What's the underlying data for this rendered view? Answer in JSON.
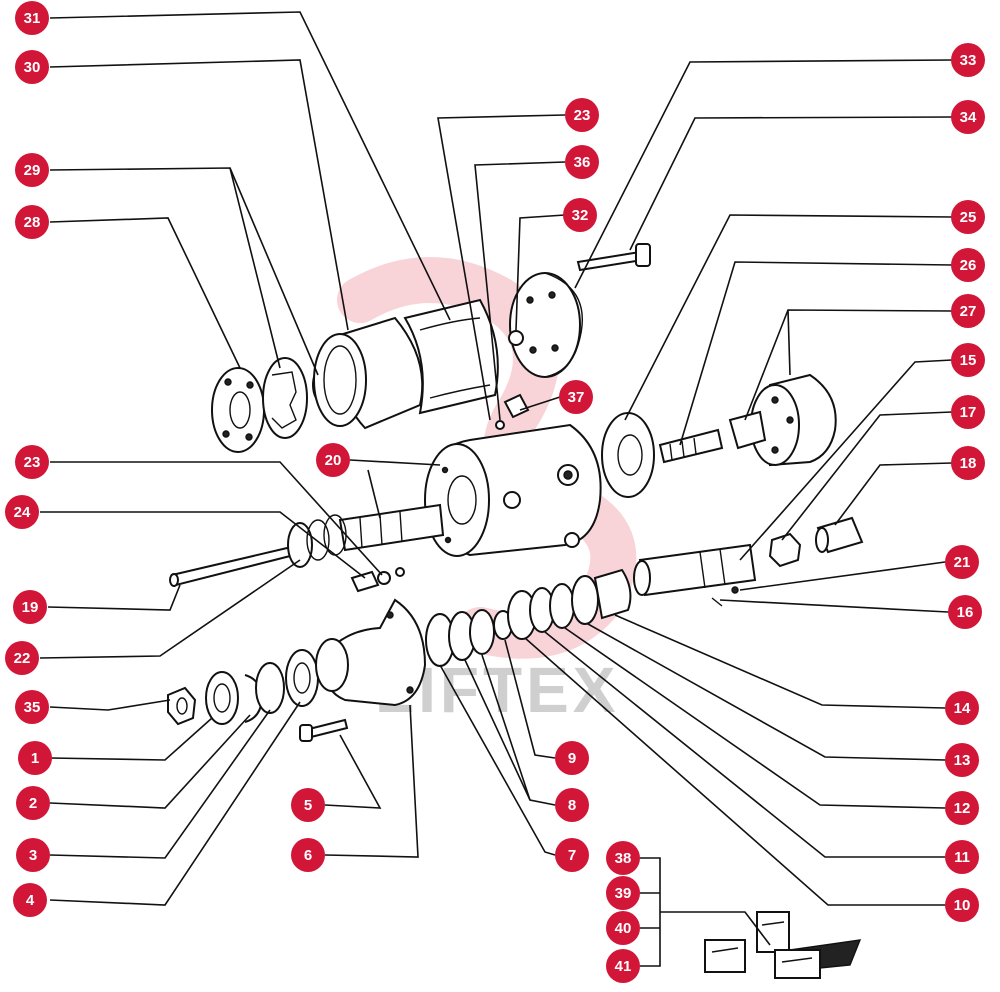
{
  "watermark": {
    "text": "LIFTEX"
  },
  "colors": {
    "badge": "#d11638",
    "badge_text": "#ffffff",
    "lines": "#111111",
    "watermark_logo": "#f4b8c0"
  },
  "badges": [
    {
      "id": "b31",
      "label": "31"
    },
    {
      "id": "b30",
      "label": "30"
    },
    {
      "id": "b29",
      "label": "29"
    },
    {
      "id": "b28",
      "label": "28"
    },
    {
      "id": "b23a",
      "label": "23"
    },
    {
      "id": "b36",
      "label": "36"
    },
    {
      "id": "b32",
      "label": "32"
    },
    {
      "id": "b37",
      "label": "37"
    },
    {
      "id": "b33",
      "label": "33"
    },
    {
      "id": "b34",
      "label": "34"
    },
    {
      "id": "b25",
      "label": "25"
    },
    {
      "id": "b26",
      "label": "26"
    },
    {
      "id": "b27",
      "label": "27"
    },
    {
      "id": "b15",
      "label": "15"
    },
    {
      "id": "b17",
      "label": "17"
    },
    {
      "id": "b18",
      "label": "18"
    },
    {
      "id": "b21",
      "label": "21"
    },
    {
      "id": "b16",
      "label": "16"
    },
    {
      "id": "b20",
      "label": "20"
    },
    {
      "id": "b23b",
      "label": "23"
    },
    {
      "id": "b24",
      "label": "24"
    },
    {
      "id": "b19",
      "label": "19"
    },
    {
      "id": "b22",
      "label": "22"
    },
    {
      "id": "b35",
      "label": "35"
    },
    {
      "id": "b1",
      "label": "1"
    },
    {
      "id": "b2",
      "label": "2"
    },
    {
      "id": "b3",
      "label": "3"
    },
    {
      "id": "b4",
      "label": "4"
    },
    {
      "id": "b5",
      "label": "5"
    },
    {
      "id": "b6",
      "label": "6"
    },
    {
      "id": "b7",
      "label": "7"
    },
    {
      "id": "b8",
      "label": "8"
    },
    {
      "id": "b9",
      "label": "9"
    },
    {
      "id": "b10",
      "label": "10"
    },
    {
      "id": "b11",
      "label": "11"
    },
    {
      "id": "b12",
      "label": "12"
    },
    {
      "id": "b13",
      "label": "13"
    },
    {
      "id": "b14",
      "label": "14"
    },
    {
      "id": "b38",
      "label": "38"
    },
    {
      "id": "b39",
      "label": "39"
    },
    {
      "id": "b40",
      "label": "40"
    },
    {
      "id": "b41",
      "label": "41"
    }
  ]
}
